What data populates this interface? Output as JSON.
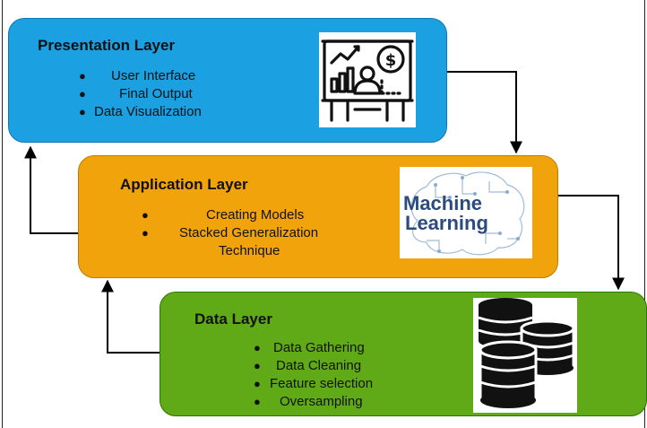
{
  "layers": {
    "presentation": {
      "title": "Presentation Layer",
      "bullets": [
        "User Interface",
        "Final Output",
        "Data Visualization"
      ],
      "fill": "#1ba1e2",
      "border": "#0e76b8",
      "icon": "presentation-dollar-chart-icon"
    },
    "application": {
      "title": "Application Layer",
      "bullets": [
        "Creating Models",
        "Stacked Generalization",
        "Technique"
      ],
      "fill": "#f0a30a",
      "border": "#c07a00",
      "logo_text": [
        "Machine",
        "Learning"
      ],
      "logo_color": "#2b4b7e"
    },
    "data": {
      "title": "Data Layer",
      "bullets": [
        "Data Gathering",
        "Data Cleaning",
        "Feature selection",
        "Oversampling"
      ],
      "fill": "#60a917",
      "border": "#2d7600",
      "icon": "database-stack-icon"
    }
  },
  "arrow_color": "#000000"
}
